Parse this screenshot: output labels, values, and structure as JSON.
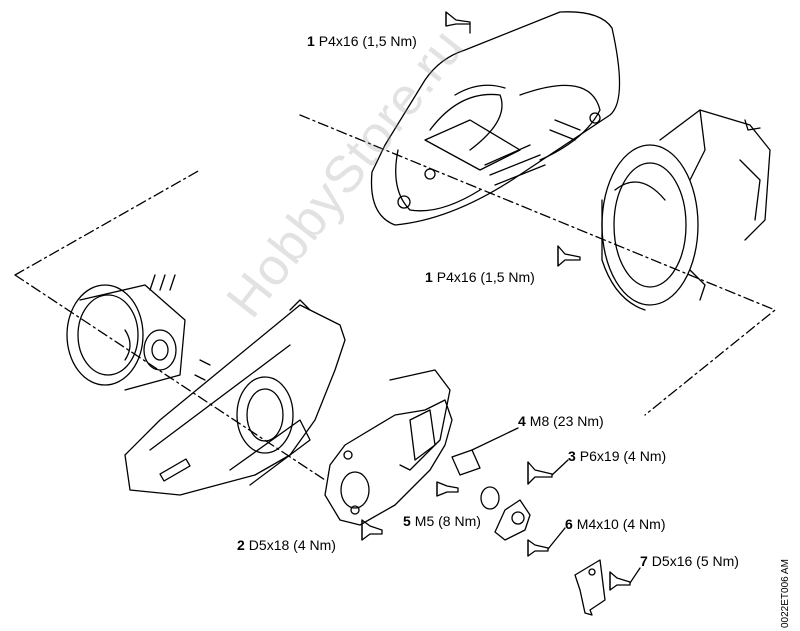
{
  "labels": [
    {
      "id": "l1a",
      "num": "1",
      "text": "P4x16 (1,5 Nm)"
    },
    {
      "id": "l1b",
      "num": "1",
      "text": "P4x16 (1,5 Nm)"
    },
    {
      "id": "l4",
      "num": "4",
      "text": "M8 (23 Nm)"
    },
    {
      "id": "l3",
      "num": "3",
      "text": "P6x19 (4 Nm)"
    },
    {
      "id": "l2",
      "num": "2",
      "text": "D5x18 (4 Nm)"
    },
    {
      "id": "l5",
      "num": "5",
      "text": "M5 (8 Nm)"
    },
    {
      "id": "l6",
      "num": "6",
      "text": "M4x10 (4 Nm)"
    },
    {
      "id": "l7",
      "num": "7",
      "text": "D5x16 (5 Nm)"
    }
  ],
  "watermark": "HobbyStore.ru",
  "drawing_code": "0022ET006 AM"
}
